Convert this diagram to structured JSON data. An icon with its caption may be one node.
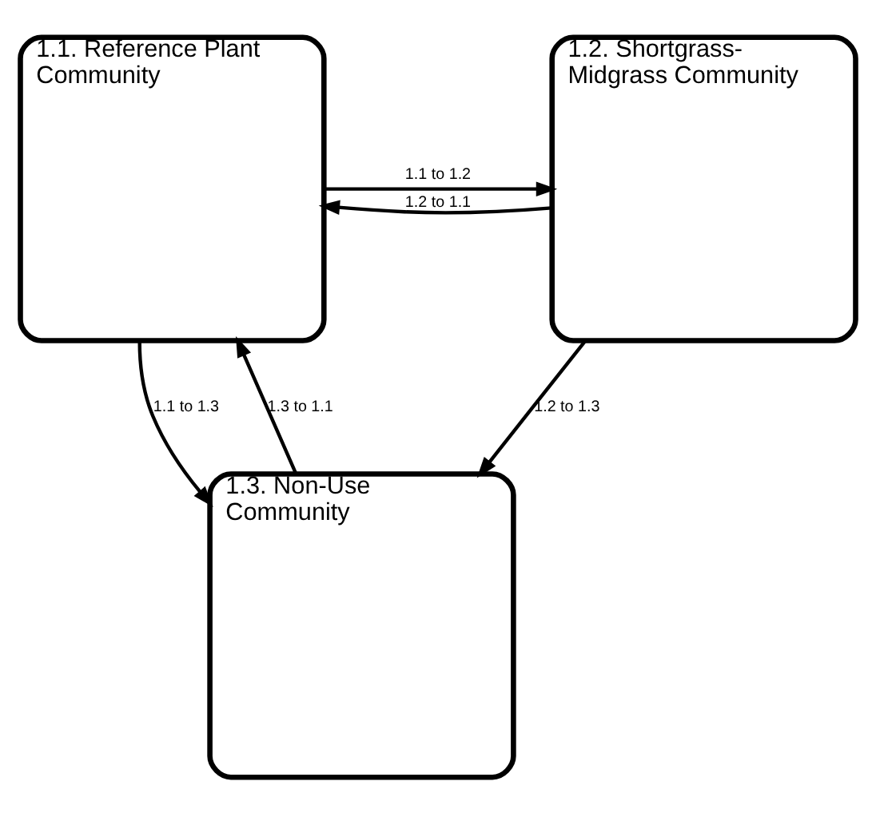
{
  "diagram": {
    "nodes": [
      {
        "text": [
          "1.1. Reference Plant Community"
        ]
      },
      {
        "text": [
          "1.2. Shortgrass-Midgrass Community"
        ]
      },
      {
        "text": [
          "1.3. Non-Use Community"
        ]
      }
    ],
    "edges": [
      {
        "from": 0,
        "to": 1,
        "arrow": "to",
        "label": "1.1 to 1.2"
      },
      {
        "from": 1,
        "to": 0,
        "arrow": "to",
        "label": "1.2 to 1.1"
      },
      {
        "from": 0,
        "to": 2,
        "arrow": "to",
        "label": "1.1 to 1.3"
      },
      {
        "from": 2,
        "to": 0,
        "arrow": "to",
        "label": "1.3 to 1.1"
      },
      {
        "from": 1,
        "to": 2,
        "arrow": "to",
        "label": "1.2 to 1.3"
      }
    ]
  }
}
